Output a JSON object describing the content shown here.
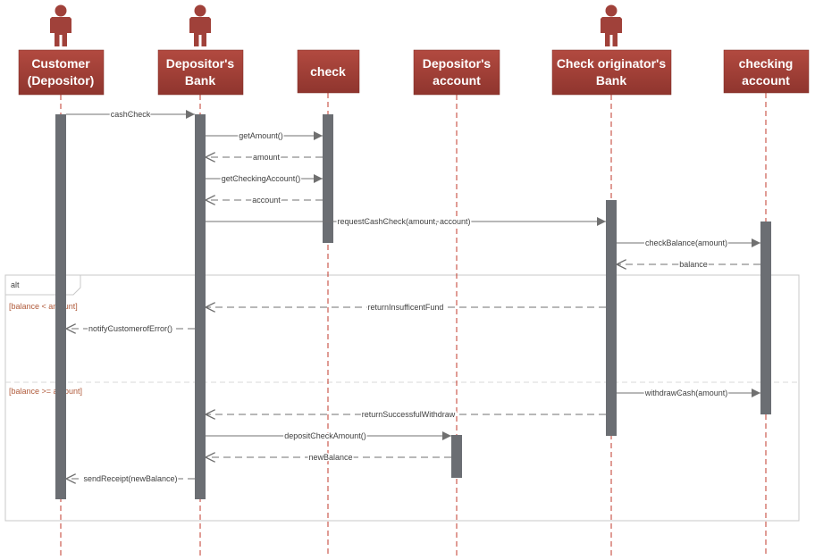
{
  "lifelines": [
    {
      "id": "customer",
      "line1": "Customer",
      "line2": "(Depositor)",
      "has_actor": true
    },
    {
      "id": "depositors-bank",
      "line1": "Depositor's",
      "line2": "Bank",
      "has_actor": true
    },
    {
      "id": "check",
      "line1": "check",
      "line2": "",
      "has_actor": false
    },
    {
      "id": "depositors-account",
      "line1": "Depositor's",
      "line2": "account",
      "has_actor": false
    },
    {
      "id": "originators-bank",
      "line1": "Check originator's",
      "line2": "Bank",
      "has_actor": true
    },
    {
      "id": "checking-account",
      "line1": "checking",
      "line2": "account",
      "has_actor": false
    }
  ],
  "messages": [
    {
      "label": "cashCheck",
      "from": "customer",
      "to": "depositors-bank",
      "kind": "sync"
    },
    {
      "label": "getAmount()",
      "from": "depositors-bank",
      "to": "check",
      "kind": "sync"
    },
    {
      "label": "amount",
      "from": "check",
      "to": "depositors-bank",
      "kind": "return"
    },
    {
      "label": "getCheckingAccount()",
      "from": "depositors-bank",
      "to": "check",
      "kind": "sync"
    },
    {
      "label": "account",
      "from": "check",
      "to": "depositors-bank",
      "kind": "return"
    },
    {
      "label": "requestCashCheck(amount, account)",
      "from": "depositors-bank",
      "to": "originators-bank",
      "kind": "sync"
    },
    {
      "label": "checkBalance(amount)",
      "from": "originators-bank",
      "to": "checking-account",
      "kind": "sync"
    },
    {
      "label": "balance",
      "from": "checking-account",
      "to": "originators-bank",
      "kind": "return"
    },
    {
      "label": "returnInsufficentFund",
      "from": "originators-bank",
      "to": "depositors-bank",
      "kind": "return"
    },
    {
      "label": "notifyCustomerofError()",
      "from": "depositors-bank",
      "to": "customer",
      "kind": "return"
    },
    {
      "label": "withdrawCash(amount)",
      "from": "originators-bank",
      "to": "checking-account",
      "kind": "sync"
    },
    {
      "label": "returnSuccessfulWithdraw",
      "from": "originators-bank",
      "to": "depositors-bank",
      "kind": "return"
    },
    {
      "label": "depositCheckAmount()",
      "from": "depositors-bank",
      "to": "depositors-account",
      "kind": "sync"
    },
    {
      "label": "newBalance",
      "from": "depositors-account",
      "to": "depositors-bank",
      "kind": "return"
    },
    {
      "label": "sendReceipt(newBalance)",
      "from": "depositors-bank",
      "to": "customer",
      "kind": "return"
    }
  ],
  "frame": {
    "operator": "alt",
    "guards": [
      "[balance < amount]",
      "[balance >= amount]"
    ]
  },
  "colors": {
    "box": "#a0413a",
    "lifeline": "#c0392b",
    "activation": "#6b6e73",
    "arrow": "#707070",
    "frame": "#c8c8c8"
  }
}
